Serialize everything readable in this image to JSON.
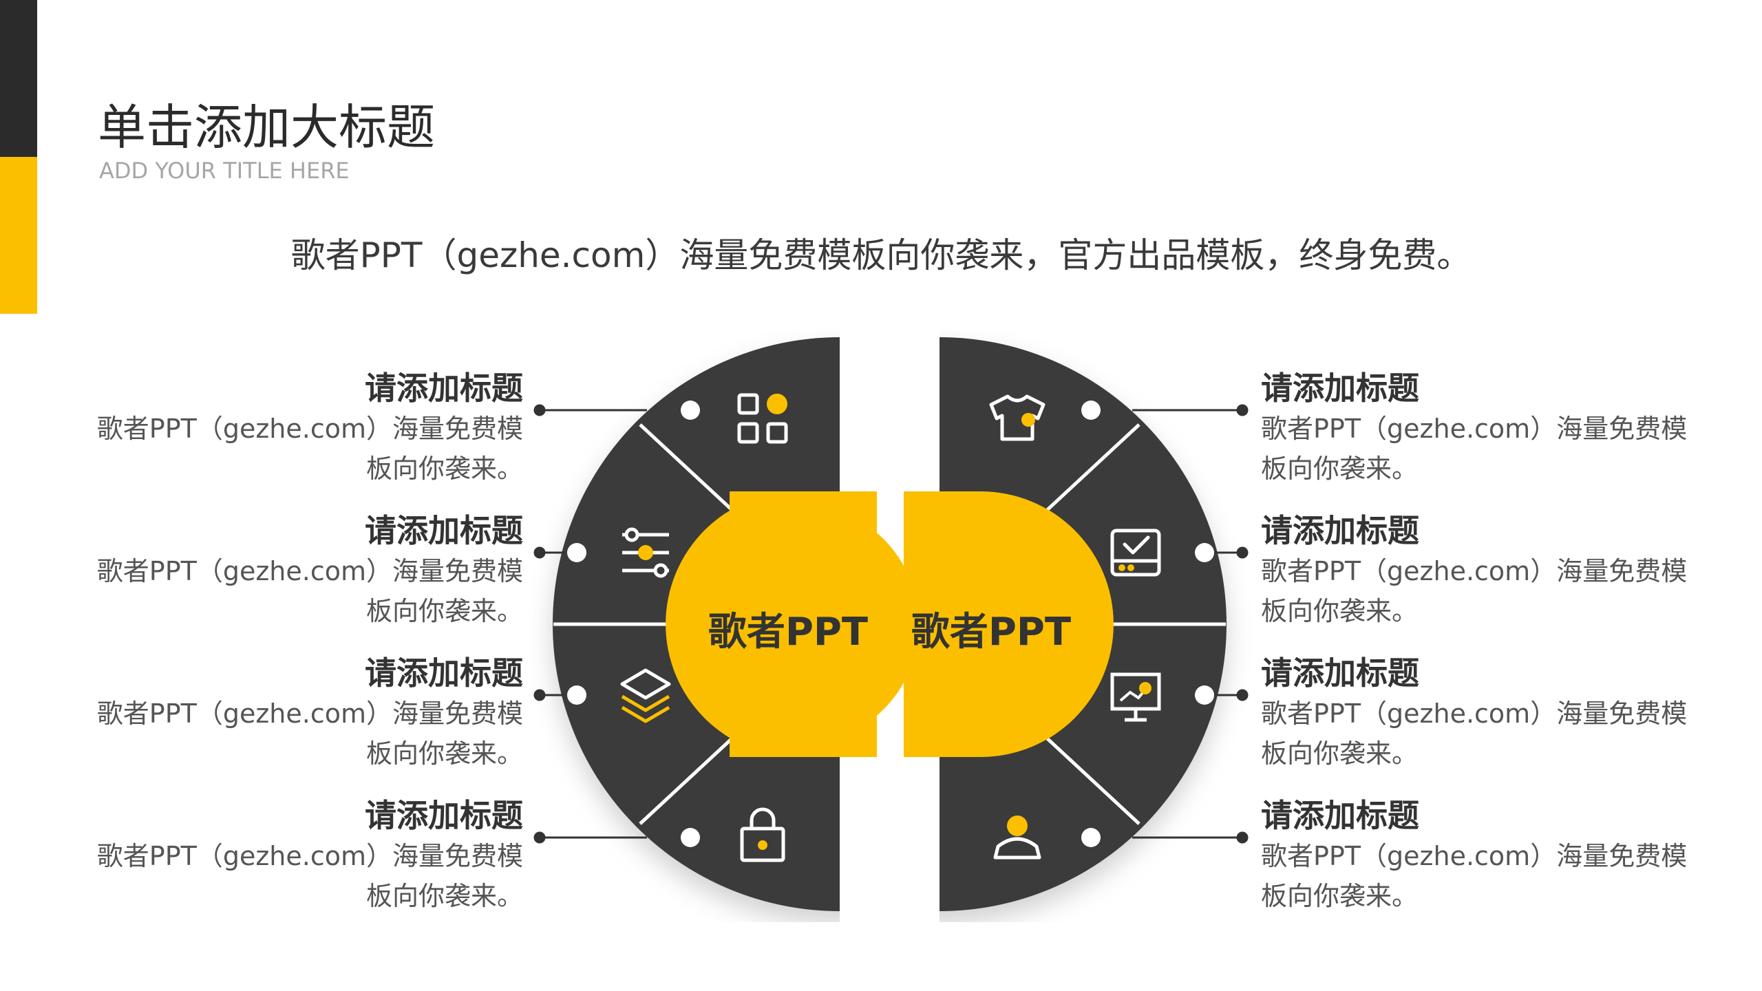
{
  "header": {
    "title": "单击添加大标题",
    "subtitle": "ADD YOUR TITLE HERE"
  },
  "description": "歌者PPT（gezhe.com）海量免费模板向你袭来，官方出品模板，终身免费。",
  "diagram": {
    "left_center_label": "歌者PPT",
    "right_center_label": "歌者PPT",
    "colors": {
      "accent": "#fbbf00",
      "dark": "#3a3a3a",
      "text": "#333333"
    },
    "left_items": [
      {
        "title": "请添加标题",
        "body": "歌者PPT（gezhe.com）海量免费模板向你袭来。",
        "icon": "apps-grid-icon"
      },
      {
        "title": "请添加标题",
        "body": "歌者PPT（gezhe.com）海量免费模板向你袭来。",
        "icon": "sliders-icon"
      },
      {
        "title": "请添加标题",
        "body": "歌者PPT（gezhe.com）海量免费模板向你袭来。",
        "icon": "layers-icon"
      },
      {
        "title": "请添加标题",
        "body": "歌者PPT（gezhe.com）海量免费模板向你袭来。",
        "icon": "lock-icon"
      }
    ],
    "right_items": [
      {
        "title": "请添加标题",
        "body": "歌者PPT（gezhe.com）海量免费模板向你袭来。",
        "icon": "tshirt-icon"
      },
      {
        "title": "请添加标题",
        "body": "歌者PPT（gezhe.com）海量免费模板向你袭来。",
        "icon": "checkbox-icon"
      },
      {
        "title": "请添加标题",
        "body": "歌者PPT（gezhe.com）海量免费模板向你袭来。",
        "icon": "presentation-chart-icon"
      },
      {
        "title": "请添加标题",
        "body": "歌者PPT（gezhe.com）海量免费模板向你袭来。",
        "icon": "user-icon"
      }
    ]
  }
}
